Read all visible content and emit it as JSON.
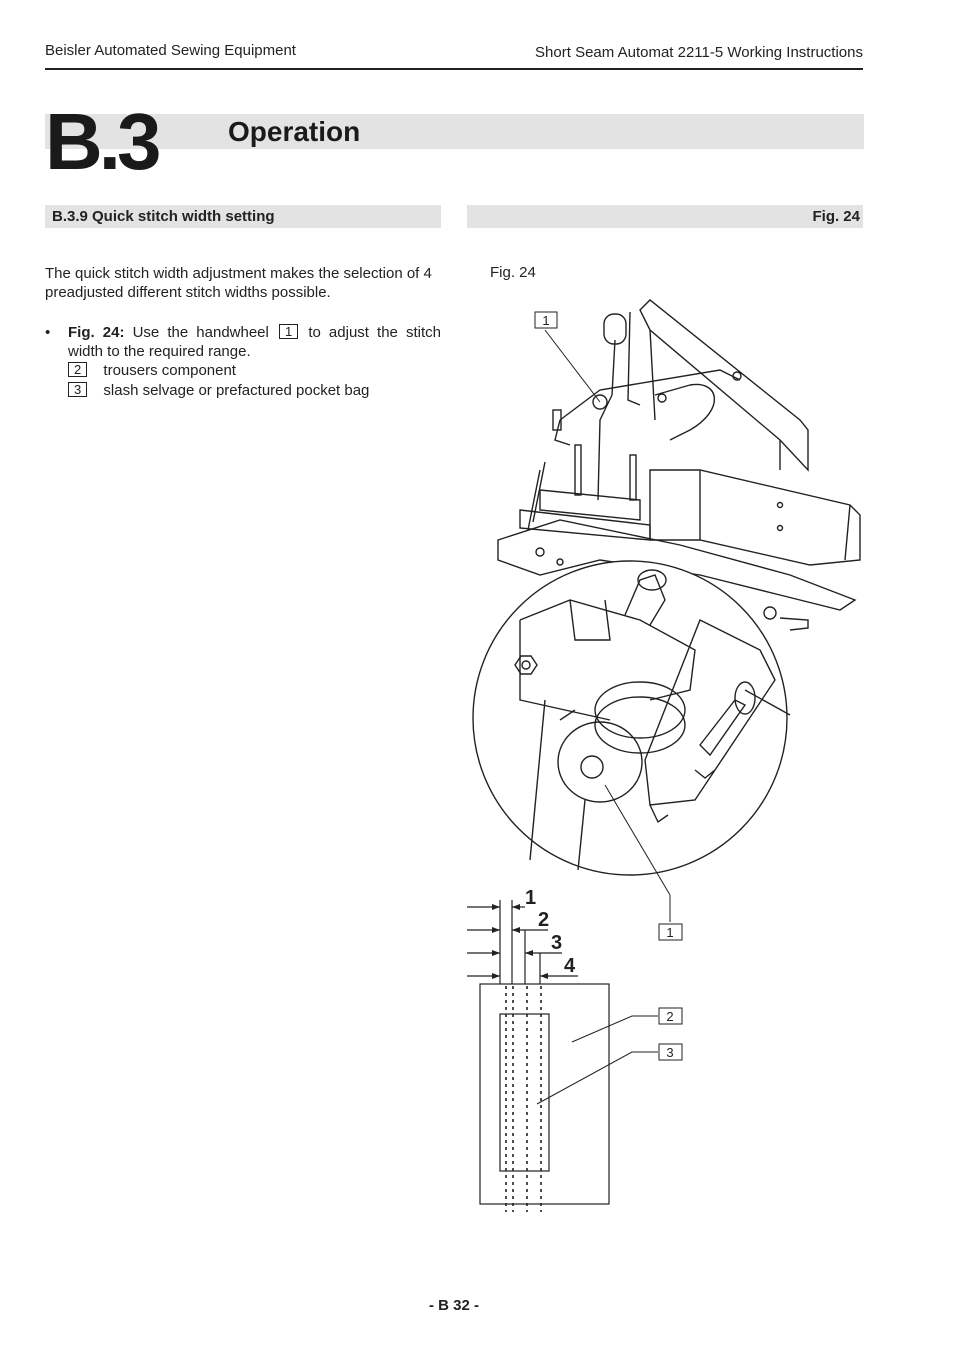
{
  "header": {
    "left": "Beisler Automated Sewing Equipment",
    "right": "Short Seam Automat 2211-5 Working Instructions"
  },
  "chapter": {
    "number": "B.3",
    "title": "Operation"
  },
  "section": {
    "title": "B.3.9 Quick stitch width setting",
    "fig_ref": "Fig. 24"
  },
  "body": {
    "intro": "The quick stitch width adjustment makes the selection of 4 preadjusted different stitch widths possible.",
    "bullet_symbol": "•",
    "bullet_bold": "Fig. 24:",
    "bullet_text_a": "Use the handwheel",
    "bullet_num": "1",
    "bullet_text_b": "to adjust the stitch width to the required range.",
    "legend": [
      {
        "num": "2",
        "text": "trousers component"
      },
      {
        "num": "3",
        "text": "slash selvage or prefactured pocket bag"
      }
    ]
  },
  "figure": {
    "caption": "Fig. 24",
    "callouts": [
      "1",
      "1",
      "2",
      "3"
    ],
    "width_labels": [
      "1",
      "2",
      "3",
      "4"
    ]
  },
  "footer": {
    "page": "- B 32 -"
  }
}
